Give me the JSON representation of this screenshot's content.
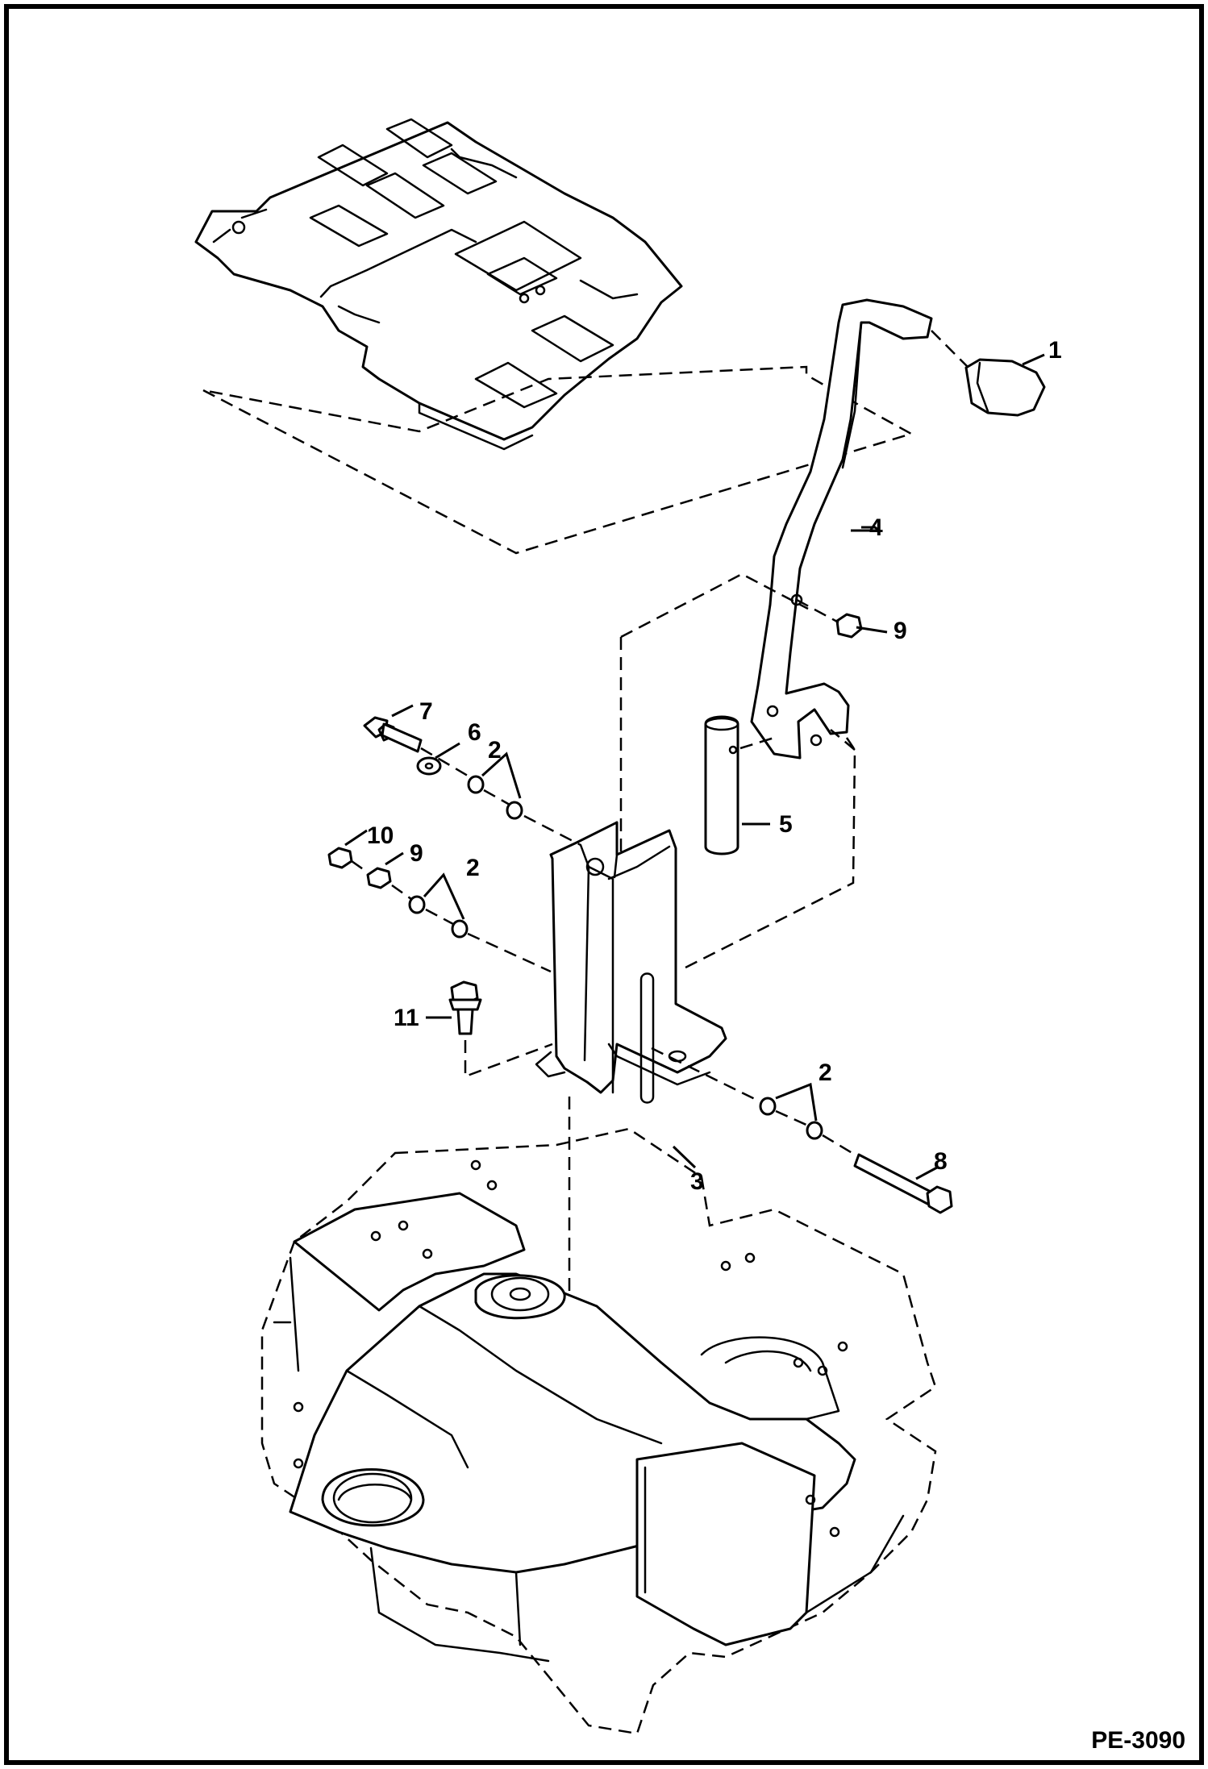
{
  "figure_id": "PE-3090",
  "callouts": [
    {
      "label": "1"
    },
    {
      "label": "2"
    },
    {
      "label": "2"
    },
    {
      "label": "2"
    },
    {
      "label": "3"
    },
    {
      "label": "4"
    },
    {
      "label": "5"
    },
    {
      "label": "6"
    },
    {
      "label": "7"
    },
    {
      "label": "8"
    },
    {
      "label": "9"
    },
    {
      "label": "9"
    },
    {
      "label": "10"
    },
    {
      "label": "11"
    }
  ],
  "colors": {
    "ink": "#000000",
    "paper": "#ffffff"
  }
}
